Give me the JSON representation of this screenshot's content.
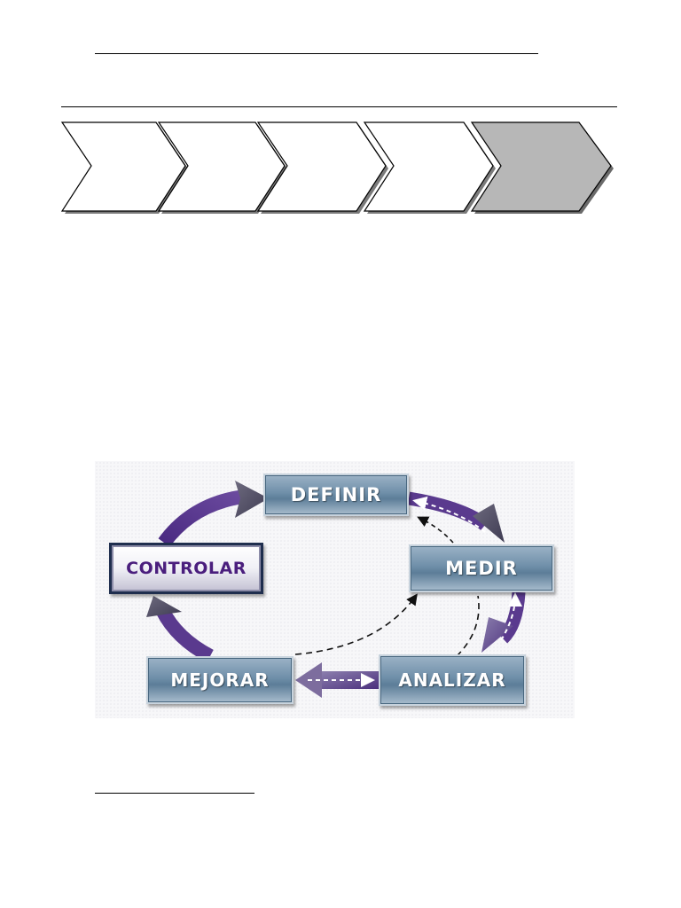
{
  "process_chevrons": {
    "count": 5,
    "highlighted_index": 4,
    "colors": {
      "default_fill": "#ffffff",
      "highlight_fill": "#b7b7b7",
      "stroke": "#000000",
      "shadow": "#7a7a7a"
    }
  },
  "cycle": {
    "stages": {
      "definir": "DEFINIR",
      "medir": "MEDIR",
      "analizar": "ANALIZAR",
      "mejorar": "MEJORAR",
      "controlar": "CONTROLAR"
    },
    "colors": {
      "arrow_main": "#5a3590",
      "arrow_light": "#b7a9c9",
      "box_blue": "#6f8fa9",
      "controlar_text": "#4a1e7d",
      "controlar_border": "#1f2e4e",
      "dashed": "#111111"
    }
  }
}
